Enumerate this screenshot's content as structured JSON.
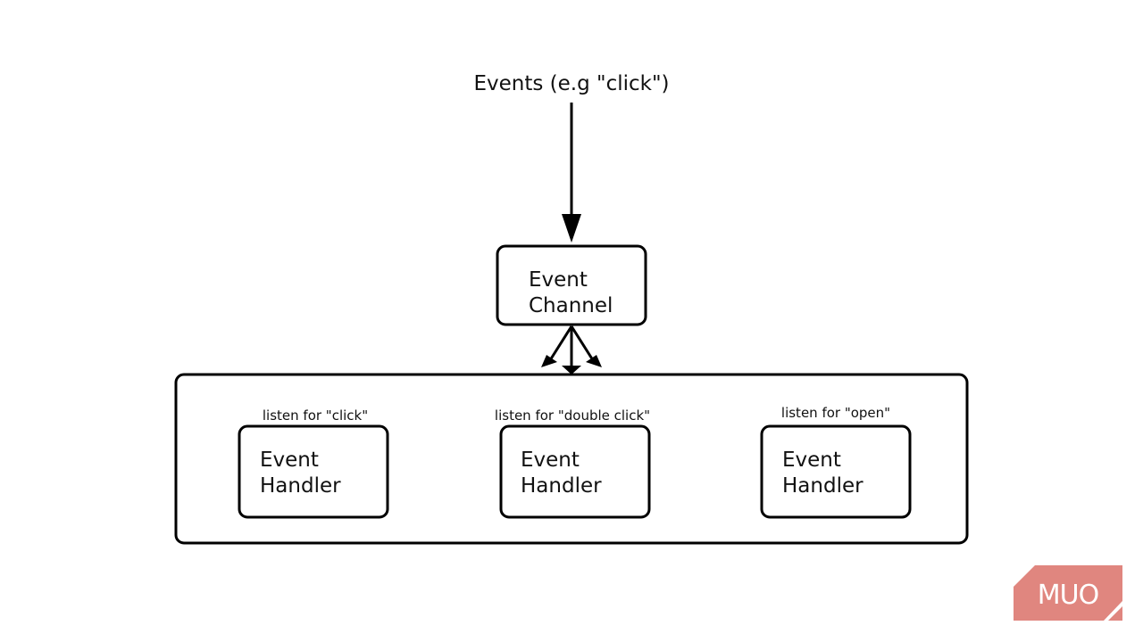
{
  "diagram": {
    "source_label": "Events (e.g \"click\")",
    "channel": {
      "line1": "Event",
      "line2": "Channel"
    },
    "handlers": [
      {
        "listen_label": "listen for \"click\"",
        "line1": "Event",
        "line2": "Handler"
      },
      {
        "listen_label": "listen for \"double click\"",
        "line1": "Event",
        "line2": "Handler"
      },
      {
        "listen_label": "listen for \"open\"",
        "line1": "Event",
        "line2": "Handler"
      }
    ]
  },
  "logo": {
    "text": "MUO",
    "color": "#e0867f"
  }
}
